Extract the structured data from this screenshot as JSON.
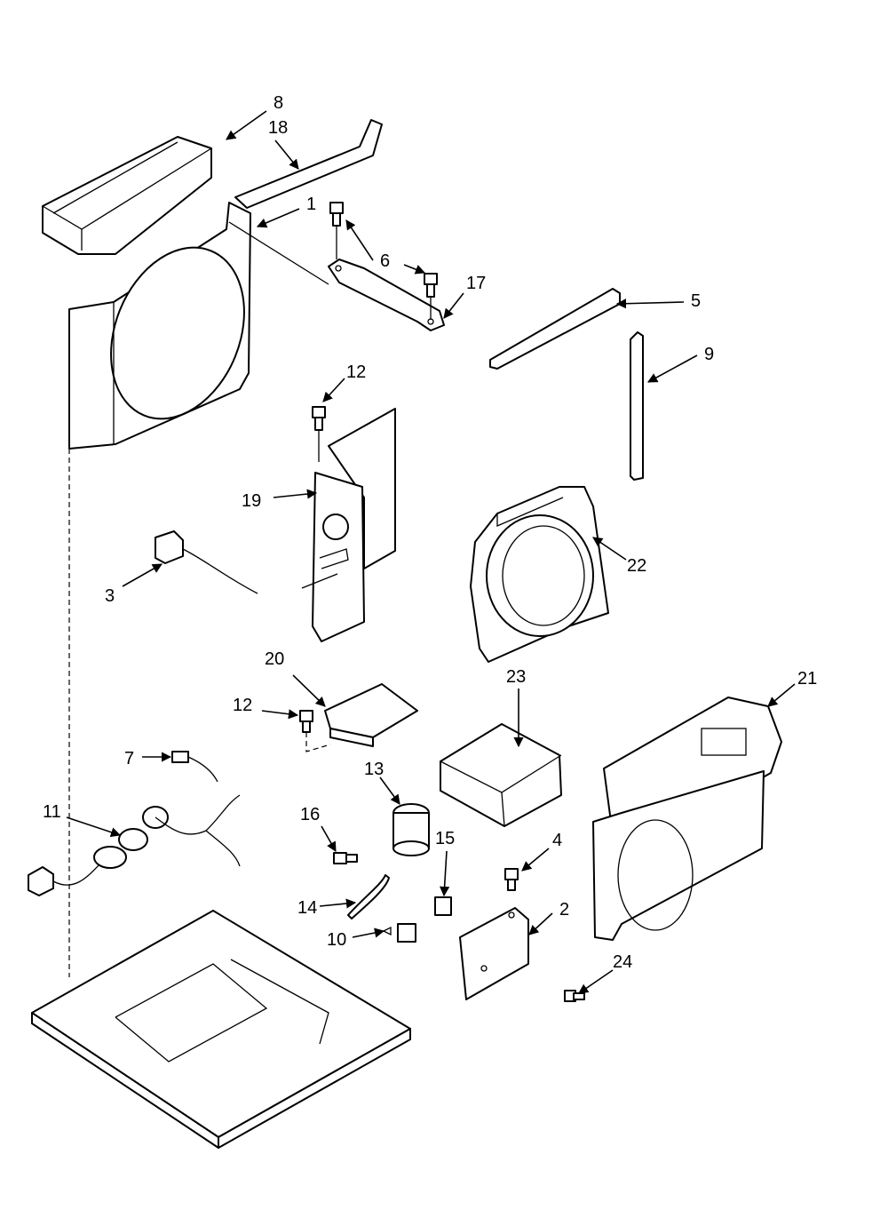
{
  "callouts": [
    {
      "id": "c8",
      "label": "8"
    },
    {
      "id": "c18",
      "label": "18"
    },
    {
      "id": "c1",
      "label": "1"
    },
    {
      "id": "c6",
      "label": "6"
    },
    {
      "id": "c17",
      "label": "17"
    },
    {
      "id": "c5",
      "label": "5"
    },
    {
      "id": "c9",
      "label": "9"
    },
    {
      "id": "c12a",
      "label": "12"
    },
    {
      "id": "c19",
      "label": "19"
    },
    {
      "id": "c3",
      "label": "3"
    },
    {
      "id": "c22",
      "label": "22"
    },
    {
      "id": "c20",
      "label": "20"
    },
    {
      "id": "c12b",
      "label": "12"
    },
    {
      "id": "c23",
      "label": "23"
    },
    {
      "id": "c21",
      "label": "21"
    },
    {
      "id": "c7",
      "label": "7"
    },
    {
      "id": "c13",
      "label": "13"
    },
    {
      "id": "c11",
      "label": "11"
    },
    {
      "id": "c16",
      "label": "16"
    },
    {
      "id": "c15",
      "label": "15"
    },
    {
      "id": "c4",
      "label": "4"
    },
    {
      "id": "c2",
      "label": "2"
    },
    {
      "id": "c14",
      "label": "14"
    },
    {
      "id": "c10",
      "label": "10"
    },
    {
      "id": "c24",
      "label": "24"
    }
  ]
}
